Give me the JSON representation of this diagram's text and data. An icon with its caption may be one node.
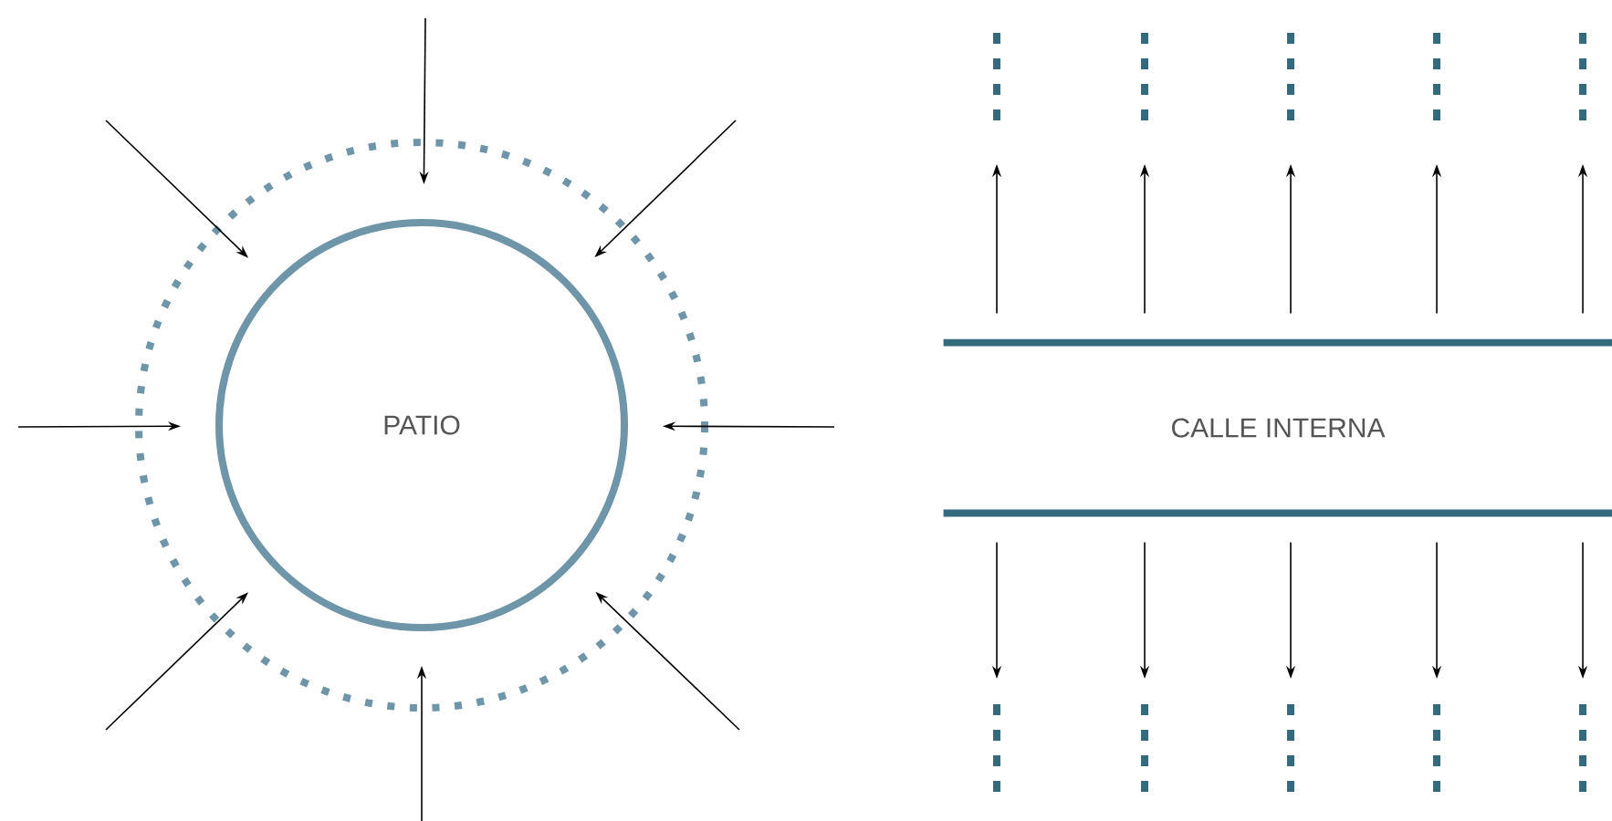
{
  "diagram": {
    "nodes": [
      {
        "text": [
          "PATIO"
        ]
      },
      {
        "text": [
          "CALLE INTERNA"
        ]
      }
    ],
    "edges": [
      {
        "from": null,
        "to": 0,
        "arrow": "to"
      },
      {
        "from": null,
        "to": 0,
        "arrow": "to"
      },
      {
        "from": null,
        "to": 0,
        "arrow": "to"
      },
      {
        "from": null,
        "to": 0,
        "arrow": "to"
      },
      {
        "from": null,
        "to": 0,
        "arrow": "to"
      },
      {
        "from": null,
        "to": 0,
        "arrow": "to"
      },
      {
        "from": null,
        "to": 0,
        "arrow": "to"
      },
      {
        "from": null,
        "to": 0,
        "arrow": "to"
      },
      {
        "from": 1,
        "to": null,
        "arrow": "to"
      },
      {
        "from": 1,
        "to": null,
        "arrow": "to"
      },
      {
        "from": 1,
        "to": null,
        "arrow": "to"
      },
      {
        "from": 1,
        "to": null,
        "arrow": "to"
      },
      {
        "from": 1,
        "to": null,
        "arrow": "to"
      },
      {
        "from": 1,
        "to": null,
        "arrow": "to"
      },
      {
        "from": 1,
        "to": null,
        "arrow": "to"
      },
      {
        "from": 1,
        "to": null,
        "arrow": "to"
      },
      {
        "from": 1,
        "to": null,
        "arrow": "to"
      },
      {
        "from": 1,
        "to": null,
        "arrow": "to"
      }
    ]
  }
}
